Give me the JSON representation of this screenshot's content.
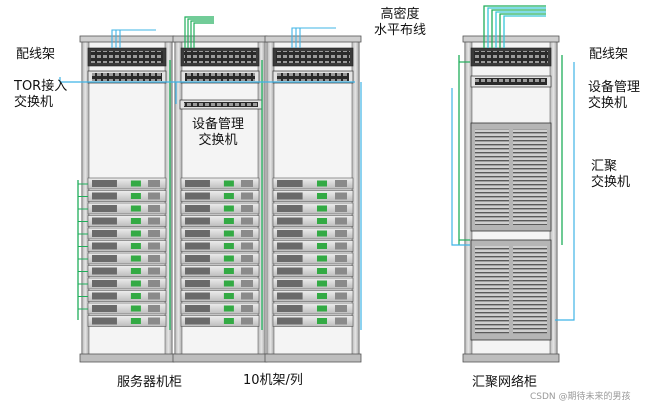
{
  "labels": {
    "patch_panel_left": "配线架",
    "tor_switch_line1": "TOR接入",
    "tor_switch_line2": "交换机",
    "mgmt_switch_mid_line1": "设备管理",
    "mgmt_switch_mid_line2": "交换机",
    "horizontal_cabling_line1": "高密度",
    "horizontal_cabling_line2": "水平布线",
    "patch_panel_right": "配线架",
    "mgmt_switch_right_line1": "设备管理",
    "mgmt_switch_right_line2": "交换机",
    "aggregation_switch_line1": "汇聚",
    "aggregation_switch_line2": "交换机",
    "server_cabinet": "服务器机柜",
    "rack_row": "10机架/列",
    "aggregation_cabinet": "汇聚网络柜",
    "watermark": "CSDN @期待未来的男孩"
  },
  "colors": {
    "green_link": "#1fae5a",
    "blue_link": "#3fb4e6",
    "cyan_fiber": "#36c7d8",
    "rack_frame": "#8a8a8a",
    "server_face": "#d9d9d9",
    "led_green": "#33aa44"
  }
}
